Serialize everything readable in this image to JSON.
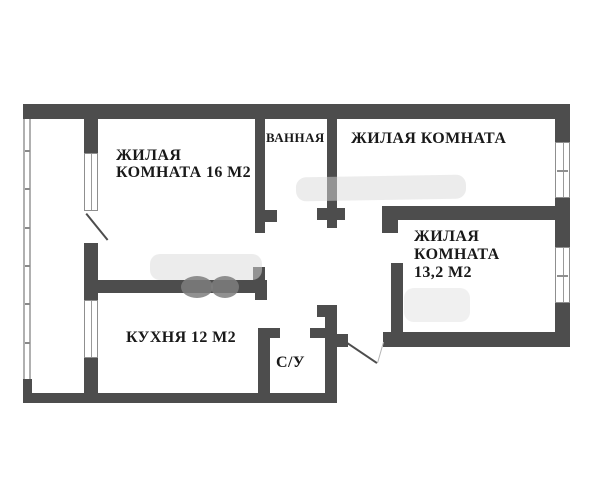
{
  "title": "Apartment floor plan",
  "rooms": {
    "living16": {
      "line1": "ЖИЛАЯ",
      "line2": "КОМНАТА 16 М2",
      "area_m2": 16
    },
    "bath": {
      "label": "ВАННАЯ"
    },
    "livingTR": {
      "label": "ЖИЛАЯ КОМНАТА"
    },
    "living13": {
      "line1": "ЖИЛАЯ",
      "line2": "КОМНАТА",
      "line3": "13,2 М2",
      "area_m2": 13.2
    },
    "kitchen": {
      "label": "КУХНЯ 12 М2",
      "area_m2": 12
    },
    "wc": {
      "label": "С/У"
    }
  },
  "colors": {
    "wall": "#4d4d4d",
    "text": "#191919",
    "window_frame": "#8f8f8f",
    "outer_window": "#b0b0b0",
    "background": "#ffffff",
    "watermark": "#dadada"
  }
}
